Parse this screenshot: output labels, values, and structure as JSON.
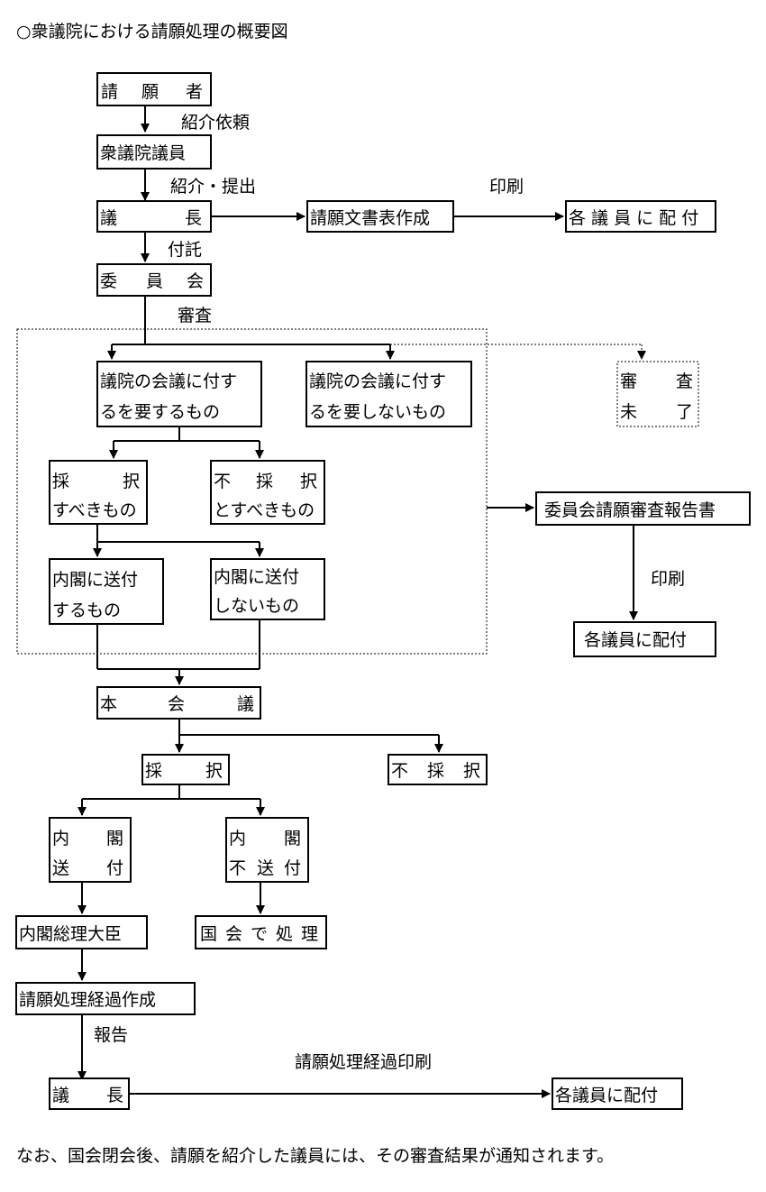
{
  "title": "○衆議院における請願処理の概要図",
  "note": "なお、国会閉会後、請願を紹介した議員には、その審査結果が通知されます。",
  "nodes": {
    "petitioner": [
      "請",
      "願",
      "者"
    ],
    "member": "衆議院議員",
    "speaker": [
      "議",
      "長"
    ],
    "document_table": "請願文書表作成",
    "distribute_top": "各 議 員 に 配 付",
    "committee": [
      "委",
      "員",
      "会"
    ],
    "requires_plenary": [
      "議院の会議に付す",
      "るを要するもの"
    ],
    "not_requires_plenary": [
      "議院の会議に付す",
      "るを要しないもの"
    ],
    "pending": [
      "審",
      "査",
      "未",
      "了"
    ],
    "adopt_should": [
      "採",
      "択",
      "すべきもの"
    ],
    "reject_should": [
      "不",
      "採",
      "択",
      "とすべきもの"
    ],
    "send_cabinet": [
      "内閣に送付",
      "するもの"
    ],
    "not_send_cabinet": [
      "内閣に送付",
      "しないもの"
    ],
    "committee_report": "委員会請願審査報告書",
    "distribute_report": "各議員に配付",
    "plenary": [
      "本",
      "会",
      "議"
    ],
    "adopted": [
      "採",
      "択"
    ],
    "rejected": [
      "不",
      "採",
      "択"
    ],
    "cabinet_send": [
      "内",
      "閣",
      "送",
      "付"
    ],
    "cabinet_not_send": [
      "内",
      "閣",
      "不",
      "送",
      "付"
    ],
    "prime_minister": "内閣総理大臣",
    "handled_diet": [
      "国",
      "会",
      "で",
      "処",
      "理"
    ],
    "progress_prepare": "請願処理経過作成",
    "speaker_bottom": [
      "議",
      "長"
    ],
    "distribute_bottom": "各議員に配付"
  },
  "edges": {
    "request_intro": "紹介依頼",
    "intro_submit": "紹介・提出",
    "print_top": "印刷",
    "refer": "付託",
    "review": "審査",
    "print_report": "印刷",
    "report": "報告",
    "progress_print": "請願処理経過印刷"
  }
}
